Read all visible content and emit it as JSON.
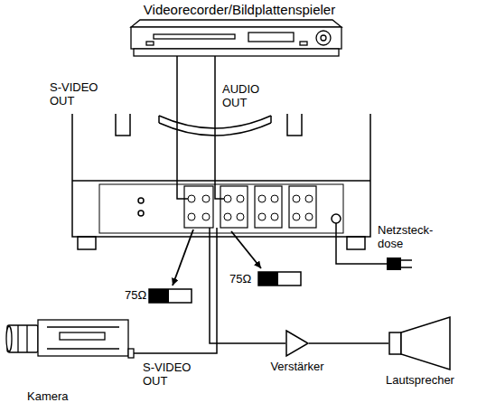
{
  "diagram": {
    "nodes": [
      {
        "text": [
          "Videorecorder/Bildplattenspieler"
        ]
      },
      {
        "text": [
          "Kamera"
        ]
      },
      {
        "text": [
          "Verstärker"
        ]
      },
      {
        "text": [
          "Lautsprecher"
        ]
      }
    ],
    "edges": [
      {
        "from": 2,
        "to": 3,
        "arrow": "none"
      }
    ],
    "labels": [
      "S-VIDEO OUT",
      "AUDIO OUT",
      "Netzsteck- dose",
      "75Ω",
      "75Ω",
      "S-VIDEO OUT"
    ]
  }
}
